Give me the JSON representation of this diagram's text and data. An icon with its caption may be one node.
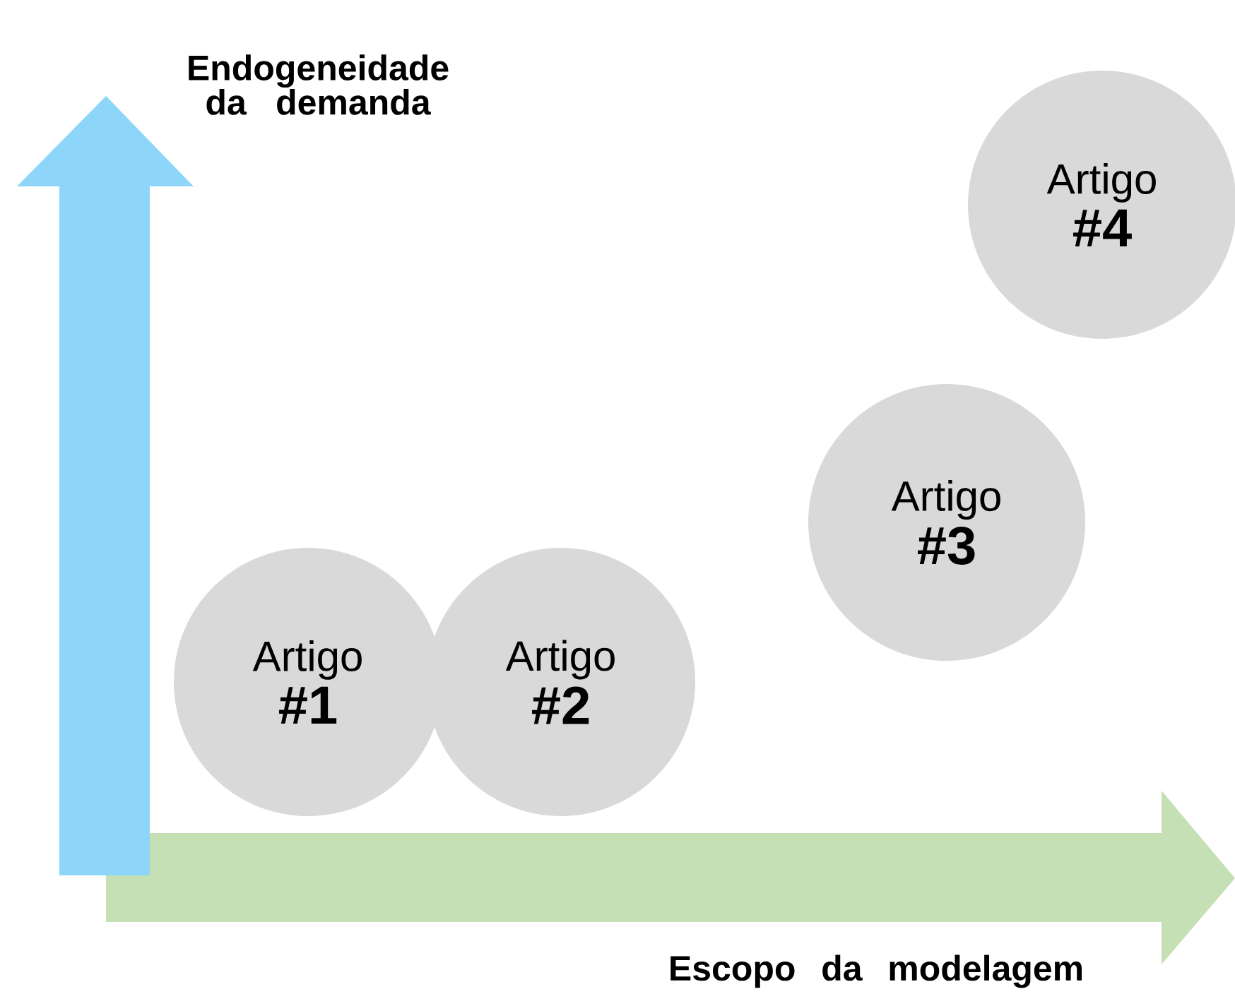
{
  "diagram": {
    "nodes": [
      {
        "text": [
          "Artigo",
          "#1"
        ]
      },
      {
        "text": [
          "Artigo",
          "#2"
        ]
      },
      {
        "text": [
          "Artigo",
          "#3"
        ]
      },
      {
        "text": [
          "Artigo",
          "#4"
        ]
      }
    ],
    "labels": [
      "Endogeneidade da demanda",
      "Escopo da modelagem"
    ]
  }
}
